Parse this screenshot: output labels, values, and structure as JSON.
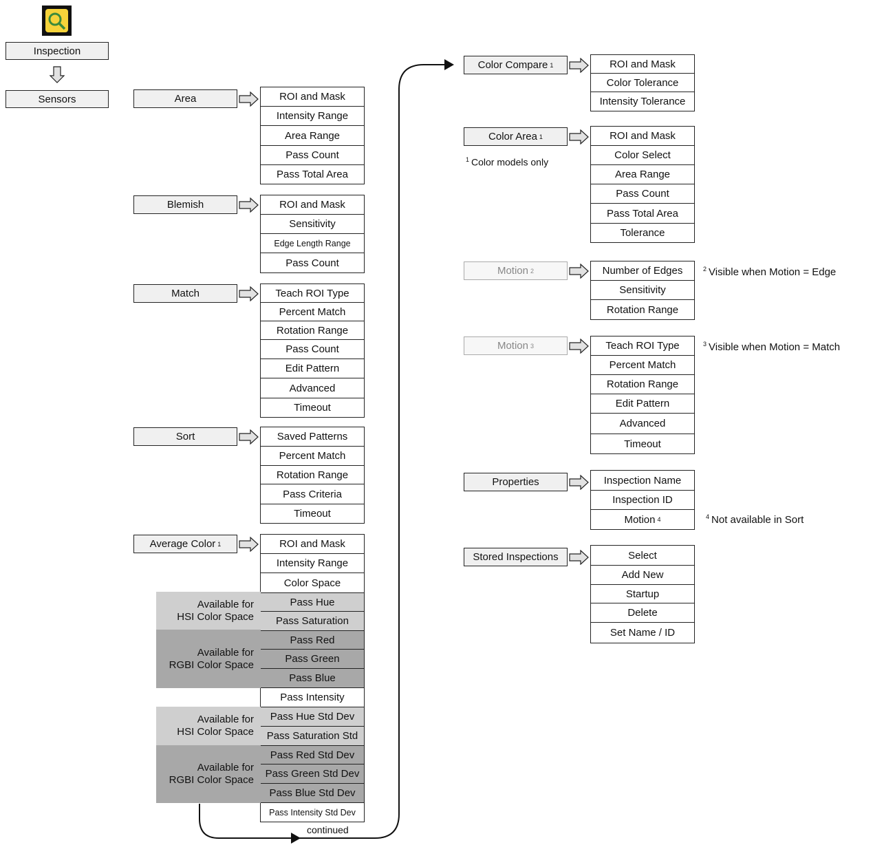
{
  "root": {
    "icon": "inspection-app-icon",
    "label": "Inspection"
  },
  "sensors": {
    "label": "Sensors"
  },
  "colors": {
    "header_fill": "#f0f0f0",
    "hsi_band": "#cfcfcf",
    "rgbi_band": "#a8a8a8",
    "ghost_text": "#888888"
  },
  "left_groups": [
    {
      "key": "area",
      "label": "Area",
      "sup": "",
      "items": [
        {
          "label": "ROI and Mask"
        },
        {
          "label": "Intensity Range"
        },
        {
          "label": "Area Range"
        },
        {
          "label": "Pass Count"
        },
        {
          "label": "Pass Total Area"
        }
      ]
    },
    {
      "key": "blemish",
      "label": "Blemish",
      "sup": "",
      "items": [
        {
          "label": "ROI and Mask"
        },
        {
          "label": "Sensitivity"
        },
        {
          "label": "Edge Length Range",
          "small": true
        },
        {
          "label": "Pass Count"
        }
      ]
    },
    {
      "key": "match",
      "label": "Match",
      "sup": "",
      "items": [
        {
          "label": "Teach ROI Type"
        },
        {
          "label": "Percent Match"
        },
        {
          "label": "Rotation Range"
        },
        {
          "label": "Pass Count"
        },
        {
          "label": "Edit Pattern"
        },
        {
          "label": "Advanced"
        },
        {
          "label": "Timeout"
        }
      ]
    },
    {
      "key": "sort",
      "label": "Sort",
      "sup": "",
      "items": [
        {
          "label": "Saved Patterns"
        },
        {
          "label": "Percent Match"
        },
        {
          "label": "Rotation Range"
        },
        {
          "label": "Pass Criteria"
        },
        {
          "label": "Timeout"
        }
      ]
    },
    {
      "key": "average-color",
      "label": "Average Color",
      "sup": "1",
      "items": [
        {
          "label": "ROI and Mask"
        },
        {
          "label": "Intensity Range"
        },
        {
          "label": "Color Space"
        },
        {
          "label": "Pass Hue",
          "tone": "l1"
        },
        {
          "label": "Pass Saturation",
          "tone": "l1"
        },
        {
          "label": "Pass Red",
          "tone": "l2"
        },
        {
          "label": "Pass Green",
          "tone": "l2"
        },
        {
          "label": "Pass Blue",
          "tone": "l2"
        },
        {
          "label": "Pass Intensity"
        },
        {
          "label": "Pass Hue Std Dev",
          "tone": "l1"
        },
        {
          "label": "Pass Saturation Std",
          "tone": "l1"
        },
        {
          "label": "Pass Red Std Dev",
          "tone": "l2"
        },
        {
          "label": "Pass Green Std Dev",
          "tone": "l2"
        },
        {
          "label": "Pass Blue Std Dev",
          "tone": "l2"
        },
        {
          "label": "Pass Intensity Std Dev",
          "small": true
        }
      ]
    }
  ],
  "bands": [
    {
      "line1": "Available for",
      "line2": "HSI Color Space",
      "tone": "l1"
    },
    {
      "line1": "Available for",
      "line2": "RGBI Color Space",
      "tone": "l2"
    },
    {
      "line1": "Available for",
      "line2": "HSI Color Space",
      "tone": "l1"
    },
    {
      "line1": "Available for",
      "line2": "RGBI Color Space",
      "tone": "l2"
    }
  ],
  "continued_label": "continued",
  "right_groups": [
    {
      "key": "color-compare",
      "label": "Color Compare",
      "sup": "1",
      "items": [
        {
          "label": "ROI and Mask"
        },
        {
          "label": "Color Tolerance"
        },
        {
          "label": "Intensity Tolerance"
        }
      ]
    },
    {
      "key": "color-area",
      "label": "Color Area",
      "sup": "1",
      "items": [
        {
          "label": "ROI and Mask"
        },
        {
          "label": "Color Select"
        },
        {
          "label": "Area Range"
        },
        {
          "label": "Pass Count"
        },
        {
          "label": "Pass Total Area"
        },
        {
          "label": "Tolerance"
        }
      ]
    },
    {
      "key": "motion-edge",
      "label": "Motion",
      "sup": "2",
      "ghost": true,
      "items": [
        {
          "label": "Number of Edges"
        },
        {
          "label": "Sensitivity"
        },
        {
          "label": "Rotation Range"
        }
      ]
    },
    {
      "key": "motion-match",
      "label": "Motion",
      "sup": "3",
      "ghost": true,
      "items": [
        {
          "label": "Teach ROI Type"
        },
        {
          "label": "Percent Match"
        },
        {
          "label": "Rotation Range"
        },
        {
          "label": "Edit Pattern"
        },
        {
          "label": "Advanced"
        },
        {
          "label": "Timeout"
        }
      ]
    },
    {
      "key": "properties",
      "label": "Properties",
      "sup": "",
      "items": [
        {
          "label": "Inspection Name"
        },
        {
          "label": "Inspection ID"
        },
        {
          "label": "Motion",
          "sup": "4"
        }
      ]
    },
    {
      "key": "stored-inspections",
      "label": "Stored Inspections",
      "sup": "",
      "items": [
        {
          "label": "Select"
        },
        {
          "label": "Add New"
        },
        {
          "label": "Startup"
        },
        {
          "label": "Delete"
        },
        {
          "label": "Set Name / ID"
        }
      ]
    }
  ],
  "notes": [
    {
      "sup": "1",
      "text": "Color models only"
    },
    {
      "sup": "2",
      "text": "Visible when Motion = Edge"
    },
    {
      "sup": "3",
      "text": "Visible when Motion = Match"
    },
    {
      "sup": "4",
      "text": "Not available in Sort"
    }
  ]
}
